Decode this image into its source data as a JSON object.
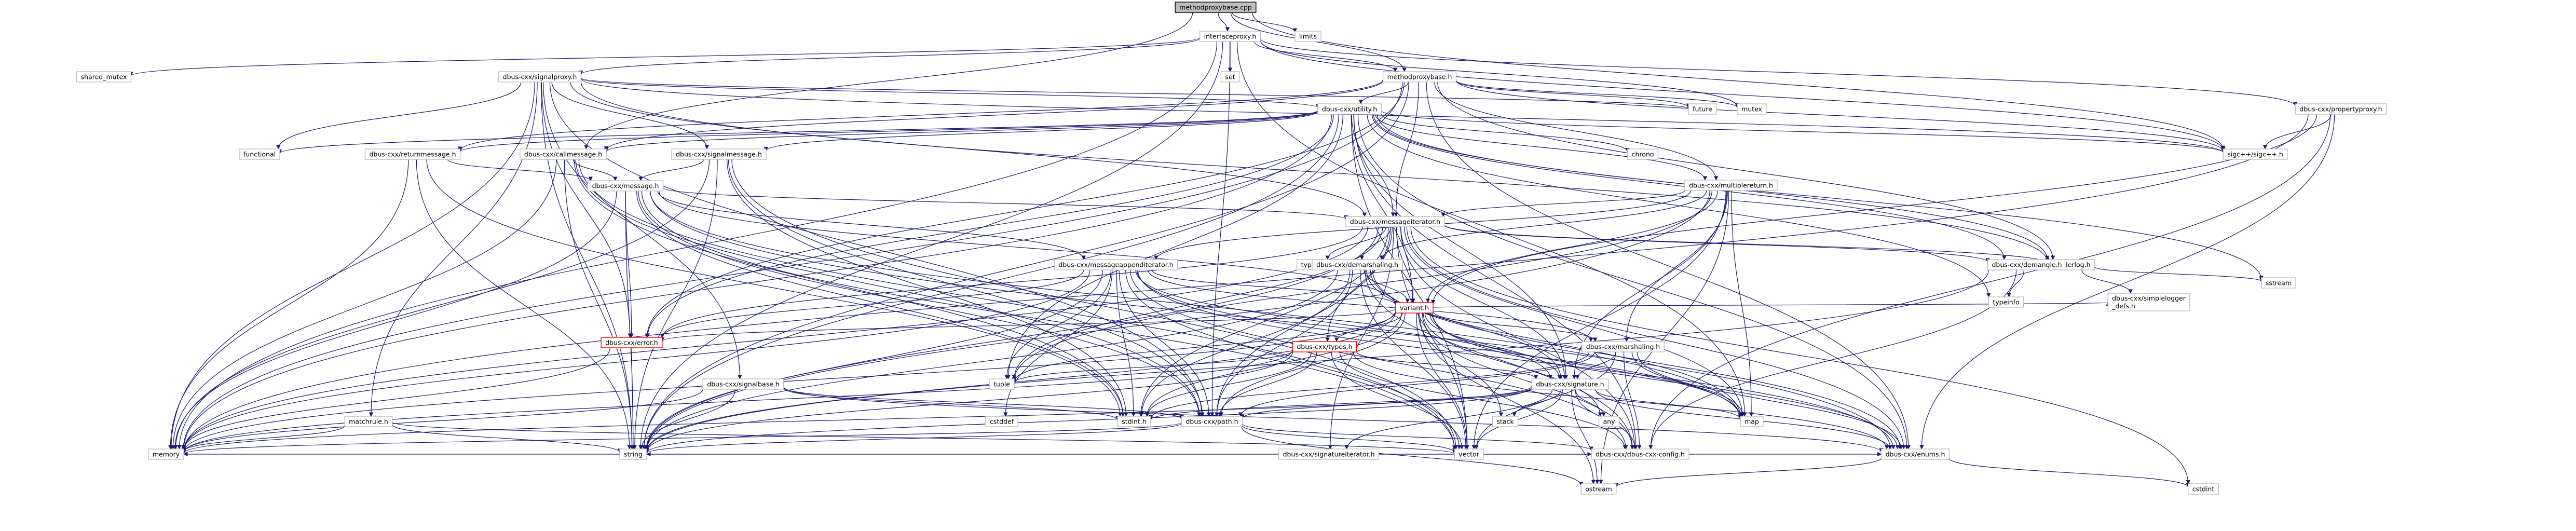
{
  "colors": {
    "background": "#ffffff",
    "edge": "#191970",
    "node_border": "#bfbfbf",
    "node_text": "#000000",
    "root_fill": "#bfbfbf",
    "root_border": "#000000",
    "truncated_border": "#ff0000"
  },
  "nodes": [
    {
      "id": "methodproxybase_cpp",
      "label": "methodproxybase.cpp",
      "kind": "root"
    },
    {
      "id": "interfaceproxy_h",
      "label": "interfaceproxy.h",
      "kind": "header"
    },
    {
      "id": "limits",
      "label": "limits",
      "kind": "system"
    },
    {
      "id": "shared_mutex",
      "label": "shared_mutex",
      "kind": "system"
    },
    {
      "id": "signalproxy_h",
      "label": "dbus-cxx/signalproxy.h",
      "kind": "header"
    },
    {
      "id": "set",
      "label": "set",
      "kind": "system"
    },
    {
      "id": "methodproxybase_h",
      "label": "methodproxybase.h",
      "kind": "header"
    },
    {
      "id": "future",
      "label": "future",
      "kind": "system"
    },
    {
      "id": "mutex",
      "label": "mutex",
      "kind": "system"
    },
    {
      "id": "propertyproxy_h",
      "label": "dbus-cxx/propertyproxy.h",
      "kind": "header"
    },
    {
      "id": "utility_h",
      "label": "dbus-cxx/utility.h",
      "kind": "header"
    },
    {
      "id": "functional",
      "label": "functional",
      "kind": "system"
    },
    {
      "id": "sigc_h",
      "label": "sigc++/sigc++.h",
      "kind": "system"
    },
    {
      "id": "chrono",
      "label": "chrono",
      "kind": "system"
    },
    {
      "id": "returnmessage_h",
      "label": "dbus-cxx/returnmessage.h",
      "kind": "header"
    },
    {
      "id": "callmessage_h",
      "label": "dbus-cxx/callmessage.h",
      "kind": "header"
    },
    {
      "id": "signalmessage_h",
      "label": "dbus-cxx/signalmessage.h",
      "kind": "header"
    },
    {
      "id": "multiplereturn_h",
      "label": "dbus-cxx/multiplereturn.h",
      "kind": "header"
    },
    {
      "id": "message_h",
      "label": "dbus-cxx/message.h",
      "kind": "header"
    },
    {
      "id": "messageiterator_h",
      "label": "dbus-cxx/messageiterator.h",
      "kind": "header"
    },
    {
      "id": "headerlog_h",
      "label": "headerlog.h",
      "kind": "header"
    },
    {
      "id": "demangle_h",
      "label": "dbus-cxx/demangle.h",
      "kind": "header"
    },
    {
      "id": "sstream",
      "label": "sstream",
      "kind": "system"
    },
    {
      "id": "type_traits",
      "label": "type_traits",
      "kind": "system"
    },
    {
      "id": "messageappenditerator_h",
      "label": "dbus-cxx/messageappenditerator.h",
      "kind": "header"
    },
    {
      "id": "demarshaling_h",
      "label": "dbus-cxx/demarshaling.h",
      "kind": "header"
    },
    {
      "id": "simplelogger_defs_h",
      "label": "dbus-cxx/simplelogger\n_defs.h",
      "kind": "header"
    },
    {
      "id": "typeinfo",
      "label": "typeinfo",
      "kind": "system"
    },
    {
      "id": "variant_h",
      "label": "variant.h",
      "kind": "truncated"
    },
    {
      "id": "error_h",
      "label": "dbus-cxx/error.h",
      "kind": "truncated"
    },
    {
      "id": "types_h",
      "label": "dbus-cxx/types.h",
      "kind": "truncated"
    },
    {
      "id": "marshaling_h",
      "label": "dbus-cxx/marshaling.h",
      "kind": "header"
    },
    {
      "id": "signalbase_h",
      "label": "dbus-cxx/signalbase.h",
      "kind": "header"
    },
    {
      "id": "signature_h",
      "label": "dbus-cxx/signature.h",
      "kind": "header"
    },
    {
      "id": "tuple",
      "label": "tuple",
      "kind": "system"
    },
    {
      "id": "cstddef",
      "label": "cstddef",
      "kind": "system"
    },
    {
      "id": "matchrule_h",
      "label": "matchrule.h",
      "kind": "header"
    },
    {
      "id": "stack",
      "label": "stack",
      "kind": "system"
    },
    {
      "id": "any",
      "label": "any",
      "kind": "system"
    },
    {
      "id": "map",
      "label": "map",
      "kind": "system"
    },
    {
      "id": "stdint_h",
      "label": "stdint.h",
      "kind": "system"
    },
    {
      "id": "path_h",
      "label": "dbus-cxx/path.h",
      "kind": "header"
    },
    {
      "id": "signatureiterator_h",
      "label": "dbus-cxx/signatureiterator.h",
      "kind": "header"
    },
    {
      "id": "memory",
      "label": "memory",
      "kind": "system"
    },
    {
      "id": "string",
      "label": "string",
      "kind": "system"
    },
    {
      "id": "vector",
      "label": "vector",
      "kind": "system"
    },
    {
      "id": "dbus_cxx_config_h",
      "label": "dbus-cxx/dbus-cxx-config.h",
      "kind": "header"
    },
    {
      "id": "enums_h",
      "label": "dbus-cxx/enums.h",
      "kind": "header"
    },
    {
      "id": "ostream",
      "label": "ostream",
      "kind": "system"
    },
    {
      "id": "cstdint",
      "label": "cstdint",
      "kind": "system"
    }
  ],
  "edges": [
    [
      "methodproxybase_cpp",
      "interfaceproxy_h"
    ],
    [
      "methodproxybase_cpp",
      "limits"
    ],
    [
      "methodproxybase_cpp",
      "methodproxybase_h"
    ],
    [
      "methodproxybase_cpp",
      "callmessage_h"
    ],
    [
      "methodproxybase_cpp",
      "sigc_h"
    ],
    [
      "interfaceproxy_h",
      "shared_mutex"
    ],
    [
      "interfaceproxy_h",
      "signalproxy_h"
    ],
    [
      "interfaceproxy_h",
      "set"
    ],
    [
      "interfaceproxy_h",
      "methodproxybase_h"
    ],
    [
      "interfaceproxy_h",
      "propertyproxy_h"
    ],
    [
      "interfaceproxy_h",
      "memory"
    ],
    [
      "interfaceproxy_h",
      "string"
    ],
    [
      "interfaceproxy_h",
      "map"
    ],
    [
      "interfaceproxy_h",
      "mutex"
    ],
    [
      "interfaceproxy_h",
      "sigc_h"
    ],
    [
      "interfaceproxy_h",
      "path_h"
    ],
    [
      "signalproxy_h",
      "utility_h"
    ],
    [
      "signalproxy_h",
      "functional"
    ],
    [
      "signalproxy_h",
      "signalmessage_h"
    ],
    [
      "signalproxy_h",
      "messageiterator_h"
    ],
    [
      "signalproxy_h",
      "headerlog_h"
    ],
    [
      "signalproxy_h",
      "matchrule_h"
    ],
    [
      "signalproxy_h",
      "signalbase_h"
    ],
    [
      "signalproxy_h",
      "error_h"
    ],
    [
      "signalproxy_h",
      "memory"
    ],
    [
      "signalproxy_h",
      "string"
    ],
    [
      "signalproxy_h",
      "path_h"
    ],
    [
      "signalproxy_h",
      "future"
    ],
    [
      "signalproxy_h",
      "sigc_h"
    ],
    [
      "methodproxybase_h",
      "future"
    ],
    [
      "methodproxybase_h",
      "mutex"
    ],
    [
      "methodproxybase_h",
      "utility_h"
    ],
    [
      "methodproxybase_h",
      "headerlog_h"
    ],
    [
      "methodproxybase_h",
      "messageiterator_h"
    ],
    [
      "methodproxybase_h",
      "error_h"
    ],
    [
      "methodproxybase_h",
      "enums_h"
    ],
    [
      "methodproxybase_h",
      "string"
    ],
    [
      "methodproxybase_h",
      "memory"
    ],
    [
      "methodproxybase_h",
      "sigc_h"
    ],
    [
      "methodproxybase_h",
      "callmessage_h"
    ],
    [
      "methodproxybase_h",
      "returnmessage_h"
    ],
    [
      "methodproxybase_h",
      "multiplereturn_h"
    ],
    [
      "propertyproxy_h",
      "sigc_h"
    ],
    [
      "propertyproxy_h",
      "variant_h"
    ],
    [
      "propertyproxy_h",
      "enums_h"
    ],
    [
      "propertyproxy_h",
      "dbus_cxx_config_h"
    ],
    [
      "propertyproxy_h",
      "memory"
    ],
    [
      "utility_h",
      "sigc_h"
    ],
    [
      "utility_h",
      "chrono"
    ],
    [
      "utility_h",
      "sstream"
    ],
    [
      "utility_h",
      "typeinfo"
    ],
    [
      "utility_h",
      "demangle_h"
    ],
    [
      "utility_h",
      "vector"
    ],
    [
      "utility_h",
      "signature_h"
    ],
    [
      "utility_h",
      "memory"
    ],
    [
      "utility_h",
      "string"
    ],
    [
      "utility_h",
      "functional"
    ],
    [
      "utility_h",
      "dbus_cxx_config_h"
    ],
    [
      "utility_h",
      "enums_h"
    ],
    [
      "utility_h",
      "messageiterator_h"
    ],
    [
      "utility_h",
      "multiplereturn_h"
    ],
    [
      "utility_h",
      "callmessage_h"
    ],
    [
      "utility_h",
      "returnmessage_h"
    ],
    [
      "utility_h",
      "signalmessage_h"
    ],
    [
      "utility_h",
      "variant_h"
    ],
    [
      "utility_h",
      "tuple"
    ],
    [
      "utility_h",
      "error_h"
    ],
    [
      "utility_h",
      "headerlog_h"
    ],
    [
      "returnmessage_h",
      "message_h"
    ],
    [
      "returnmessage_h",
      "memory"
    ],
    [
      "returnmessage_h",
      "string"
    ],
    [
      "returnmessage_h",
      "stdint_h"
    ],
    [
      "callmessage_h",
      "message_h"
    ],
    [
      "callmessage_h",
      "memory"
    ],
    [
      "callmessage_h",
      "string"
    ],
    [
      "callmessage_h",
      "path_h"
    ],
    [
      "callmessage_h",
      "stdint_h"
    ],
    [
      "callmessage_h",
      "vector"
    ],
    [
      "signalmessage_h",
      "message_h"
    ],
    [
      "signalmessage_h",
      "memory"
    ],
    [
      "signalmessage_h",
      "string"
    ],
    [
      "signalmessage_h",
      "path_h"
    ],
    [
      "signalmessage_h",
      "stdint_h"
    ],
    [
      "signalmessage_h",
      "vector"
    ],
    [
      "multiplereturn_h",
      "messageiterator_h"
    ],
    [
      "multiplereturn_h",
      "messageappenditerator_h"
    ],
    [
      "multiplereturn_h",
      "signature_h"
    ],
    [
      "multiplereturn_h",
      "marshaling_h"
    ],
    [
      "multiplereturn_h",
      "demarshaling_h"
    ],
    [
      "multiplereturn_h",
      "tuple"
    ],
    [
      "multiplereturn_h",
      "variant_h"
    ],
    [
      "multiplereturn_h",
      "string"
    ],
    [
      "multiplereturn_h",
      "vector"
    ],
    [
      "multiplereturn_h",
      "ostream"
    ],
    [
      "multiplereturn_h",
      "map"
    ],
    [
      "message_h",
      "messageiterator_h"
    ],
    [
      "message_h",
      "messageappenditerator_h"
    ],
    [
      "message_h",
      "error_h"
    ],
    [
      "message_h",
      "enums_h"
    ],
    [
      "message_h",
      "path_h"
    ],
    [
      "message_h",
      "variant_h"
    ],
    [
      "message_h",
      "memory"
    ],
    [
      "message_h",
      "string"
    ],
    [
      "message_h",
      "map"
    ],
    [
      "message_h",
      "stdint_h"
    ],
    [
      "message_h",
      "vector"
    ],
    [
      "messageiterator_h",
      "type_traits"
    ],
    [
      "messageiterator_h",
      "demarshaling_h"
    ],
    [
      "messageiterator_h",
      "headerlog_h"
    ],
    [
      "messageiterator_h",
      "demangle_h"
    ],
    [
      "messageiterator_h",
      "error_h"
    ],
    [
      "messageiterator_h",
      "types_h"
    ],
    [
      "messageiterator_h",
      "variant_h"
    ],
    [
      "messageiterator_h",
      "signature_h"
    ],
    [
      "messageiterator_h",
      "signatureiterator_h"
    ],
    [
      "messageiterator_h",
      "enums_h"
    ],
    [
      "messageiterator_h",
      "path_h"
    ],
    [
      "messageiterator_h",
      "tuple"
    ],
    [
      "messageiterator_h",
      "map"
    ],
    [
      "messageiterator_h",
      "memory"
    ],
    [
      "messageiterator_h",
      "string"
    ],
    [
      "messageiterator_h",
      "vector"
    ],
    [
      "messageiterator_h",
      "stdint_h"
    ],
    [
      "messageiterator_h",
      "cstdint"
    ],
    [
      "messageiterator_h",
      "dbus_cxx_config_h"
    ],
    [
      "headerlog_h",
      "simplelogger_defs_h"
    ],
    [
      "headerlog_h",
      "sstream"
    ],
    [
      "demangle_h",
      "typeinfo"
    ],
    [
      "demangle_h",
      "string"
    ],
    [
      "demangle_h",
      "dbus_cxx_config_h"
    ],
    [
      "messageappenditerator_h",
      "marshaling_h"
    ],
    [
      "messageappenditerator_h",
      "variant_h"
    ],
    [
      "messageappenditerator_h",
      "signature_h"
    ],
    [
      "messageappenditerator_h",
      "error_h"
    ],
    [
      "messageappenditerator_h",
      "path_h"
    ],
    [
      "messageappenditerator_h",
      "enums_h"
    ],
    [
      "messageappenditerator_h",
      "dbus_cxx_config_h"
    ],
    [
      "messageappenditerator_h",
      "tuple"
    ],
    [
      "messageappenditerator_h",
      "map"
    ],
    [
      "messageappenditerator_h",
      "memory"
    ],
    [
      "messageappenditerator_h",
      "string"
    ],
    [
      "messageappenditerator_h",
      "vector"
    ],
    [
      "messageappenditerator_h",
      "stdint_h"
    ],
    [
      "messageappenditerator_h",
      "cstddef"
    ],
    [
      "demarshaling_h",
      "variant_h"
    ],
    [
      "demarshaling_h",
      "signature_h"
    ],
    [
      "demarshaling_h",
      "enums_h"
    ],
    [
      "demarshaling_h",
      "path_h"
    ],
    [
      "demarshaling_h",
      "stdint_h"
    ],
    [
      "demarshaling_h",
      "string"
    ],
    [
      "demarshaling_h",
      "vector"
    ],
    [
      "demarshaling_h",
      "map"
    ],
    [
      "demarshaling_h",
      "dbus_cxx_config_h"
    ],
    [
      "variant_h",
      "signature_h"
    ],
    [
      "variant_h",
      "enums_h"
    ],
    [
      "variant_h",
      "path_h"
    ],
    [
      "variant_h",
      "types_h"
    ],
    [
      "variant_h",
      "marshaling_h"
    ],
    [
      "variant_h",
      "error_h"
    ],
    [
      "variant_h",
      "any"
    ],
    [
      "variant_h",
      "map"
    ],
    [
      "variant_h",
      "vector"
    ],
    [
      "variant_h",
      "tuple"
    ],
    [
      "variant_h",
      "string"
    ],
    [
      "variant_h",
      "memory"
    ],
    [
      "variant_h",
      "stdint_h"
    ],
    [
      "variant_h",
      "ostream"
    ],
    [
      "variant_h",
      "dbus_cxx_config_h"
    ],
    [
      "variant_h",
      "simplelogger_defs_h"
    ],
    [
      "variant_h",
      "stack"
    ],
    [
      "error_h",
      "memory"
    ],
    [
      "error_h",
      "string"
    ],
    [
      "types_h",
      "signature_h"
    ],
    [
      "types_h",
      "enums_h"
    ],
    [
      "types_h",
      "path_h"
    ],
    [
      "types_h",
      "string"
    ],
    [
      "types_h",
      "tuple"
    ],
    [
      "types_h",
      "stdint_h"
    ],
    [
      "types_h",
      "memory"
    ],
    [
      "types_h",
      "vector"
    ],
    [
      "types_h",
      "dbus_cxx_config_h"
    ],
    [
      "marshaling_h",
      "signature_h"
    ],
    [
      "marshaling_h",
      "enums_h"
    ],
    [
      "marshaling_h",
      "path_h"
    ],
    [
      "marshaling_h",
      "vector"
    ],
    [
      "marshaling_h",
      "map"
    ],
    [
      "marshaling_h",
      "stdint_h"
    ],
    [
      "marshaling_h",
      "dbus_cxx_config_h"
    ],
    [
      "signalbase_h",
      "path_h"
    ],
    [
      "signalbase_h",
      "memory"
    ],
    [
      "signalbase_h",
      "string"
    ],
    [
      "signalbase_h",
      "stdint_h"
    ],
    [
      "signalbase_h",
      "enums_h"
    ],
    [
      "signature_h",
      "signatureiterator_h"
    ],
    [
      "signature_h",
      "enums_h"
    ],
    [
      "signature_h",
      "path_h"
    ],
    [
      "signature_h",
      "string"
    ],
    [
      "signature_h",
      "map"
    ],
    [
      "signature_h",
      "any"
    ],
    [
      "signature_h",
      "stack"
    ],
    [
      "signature_h",
      "vector"
    ],
    [
      "signature_h",
      "stdint_h"
    ],
    [
      "signature_h",
      "memory"
    ],
    [
      "signature_h",
      "ostream"
    ],
    [
      "signature_h",
      "dbus_cxx_config_h"
    ],
    [
      "matchrule_h",
      "memory"
    ],
    [
      "matchrule_h",
      "string"
    ],
    [
      "matchrule_h",
      "vector"
    ],
    [
      "path_h",
      "string"
    ],
    [
      "path_h",
      "vector"
    ],
    [
      "path_h",
      "memory"
    ],
    [
      "path_h",
      "ostream"
    ],
    [
      "path_h",
      "dbus_cxx_config_h"
    ],
    [
      "signatureiterator_h",
      "memory"
    ],
    [
      "signatureiterator_h",
      "string"
    ],
    [
      "signatureiterator_h",
      "enums_h"
    ],
    [
      "signatureiterator_h",
      "dbus_cxx_config_h"
    ],
    [
      "enums_h",
      "ostream"
    ],
    [
      "enums_h",
      "cstdint"
    ]
  ]
}
